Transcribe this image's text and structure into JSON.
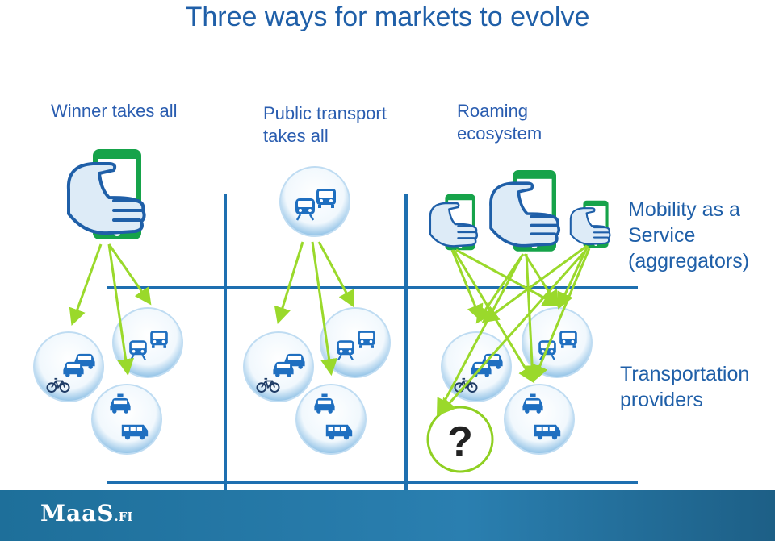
{
  "title": "Three ways for markets to evolve",
  "columns": [
    {
      "label_line1": "Winner takes all",
      "label_line2": ""
    },
    {
      "label_line1": "Public transport",
      "label_line2": "takes all"
    },
    {
      "label_line1": "Roaming",
      "label_line2": "ecosystem"
    }
  ],
  "side_labels": {
    "aggregators": [
      "Mobility as a",
      "Service",
      "(aggregators)"
    ],
    "providers": [
      "Transportation",
      "providers"
    ]
  },
  "unknown_provider_mark": "?",
  "footer": {
    "logo_main": "MaaS",
    "logo_suffix": ".FI"
  },
  "colors": {
    "title": "#1f5fa8",
    "phone": "#16a34a",
    "arrow": "#9ad92b",
    "grid": "#1e6fb0",
    "footer": "#1e6f9a"
  }
}
